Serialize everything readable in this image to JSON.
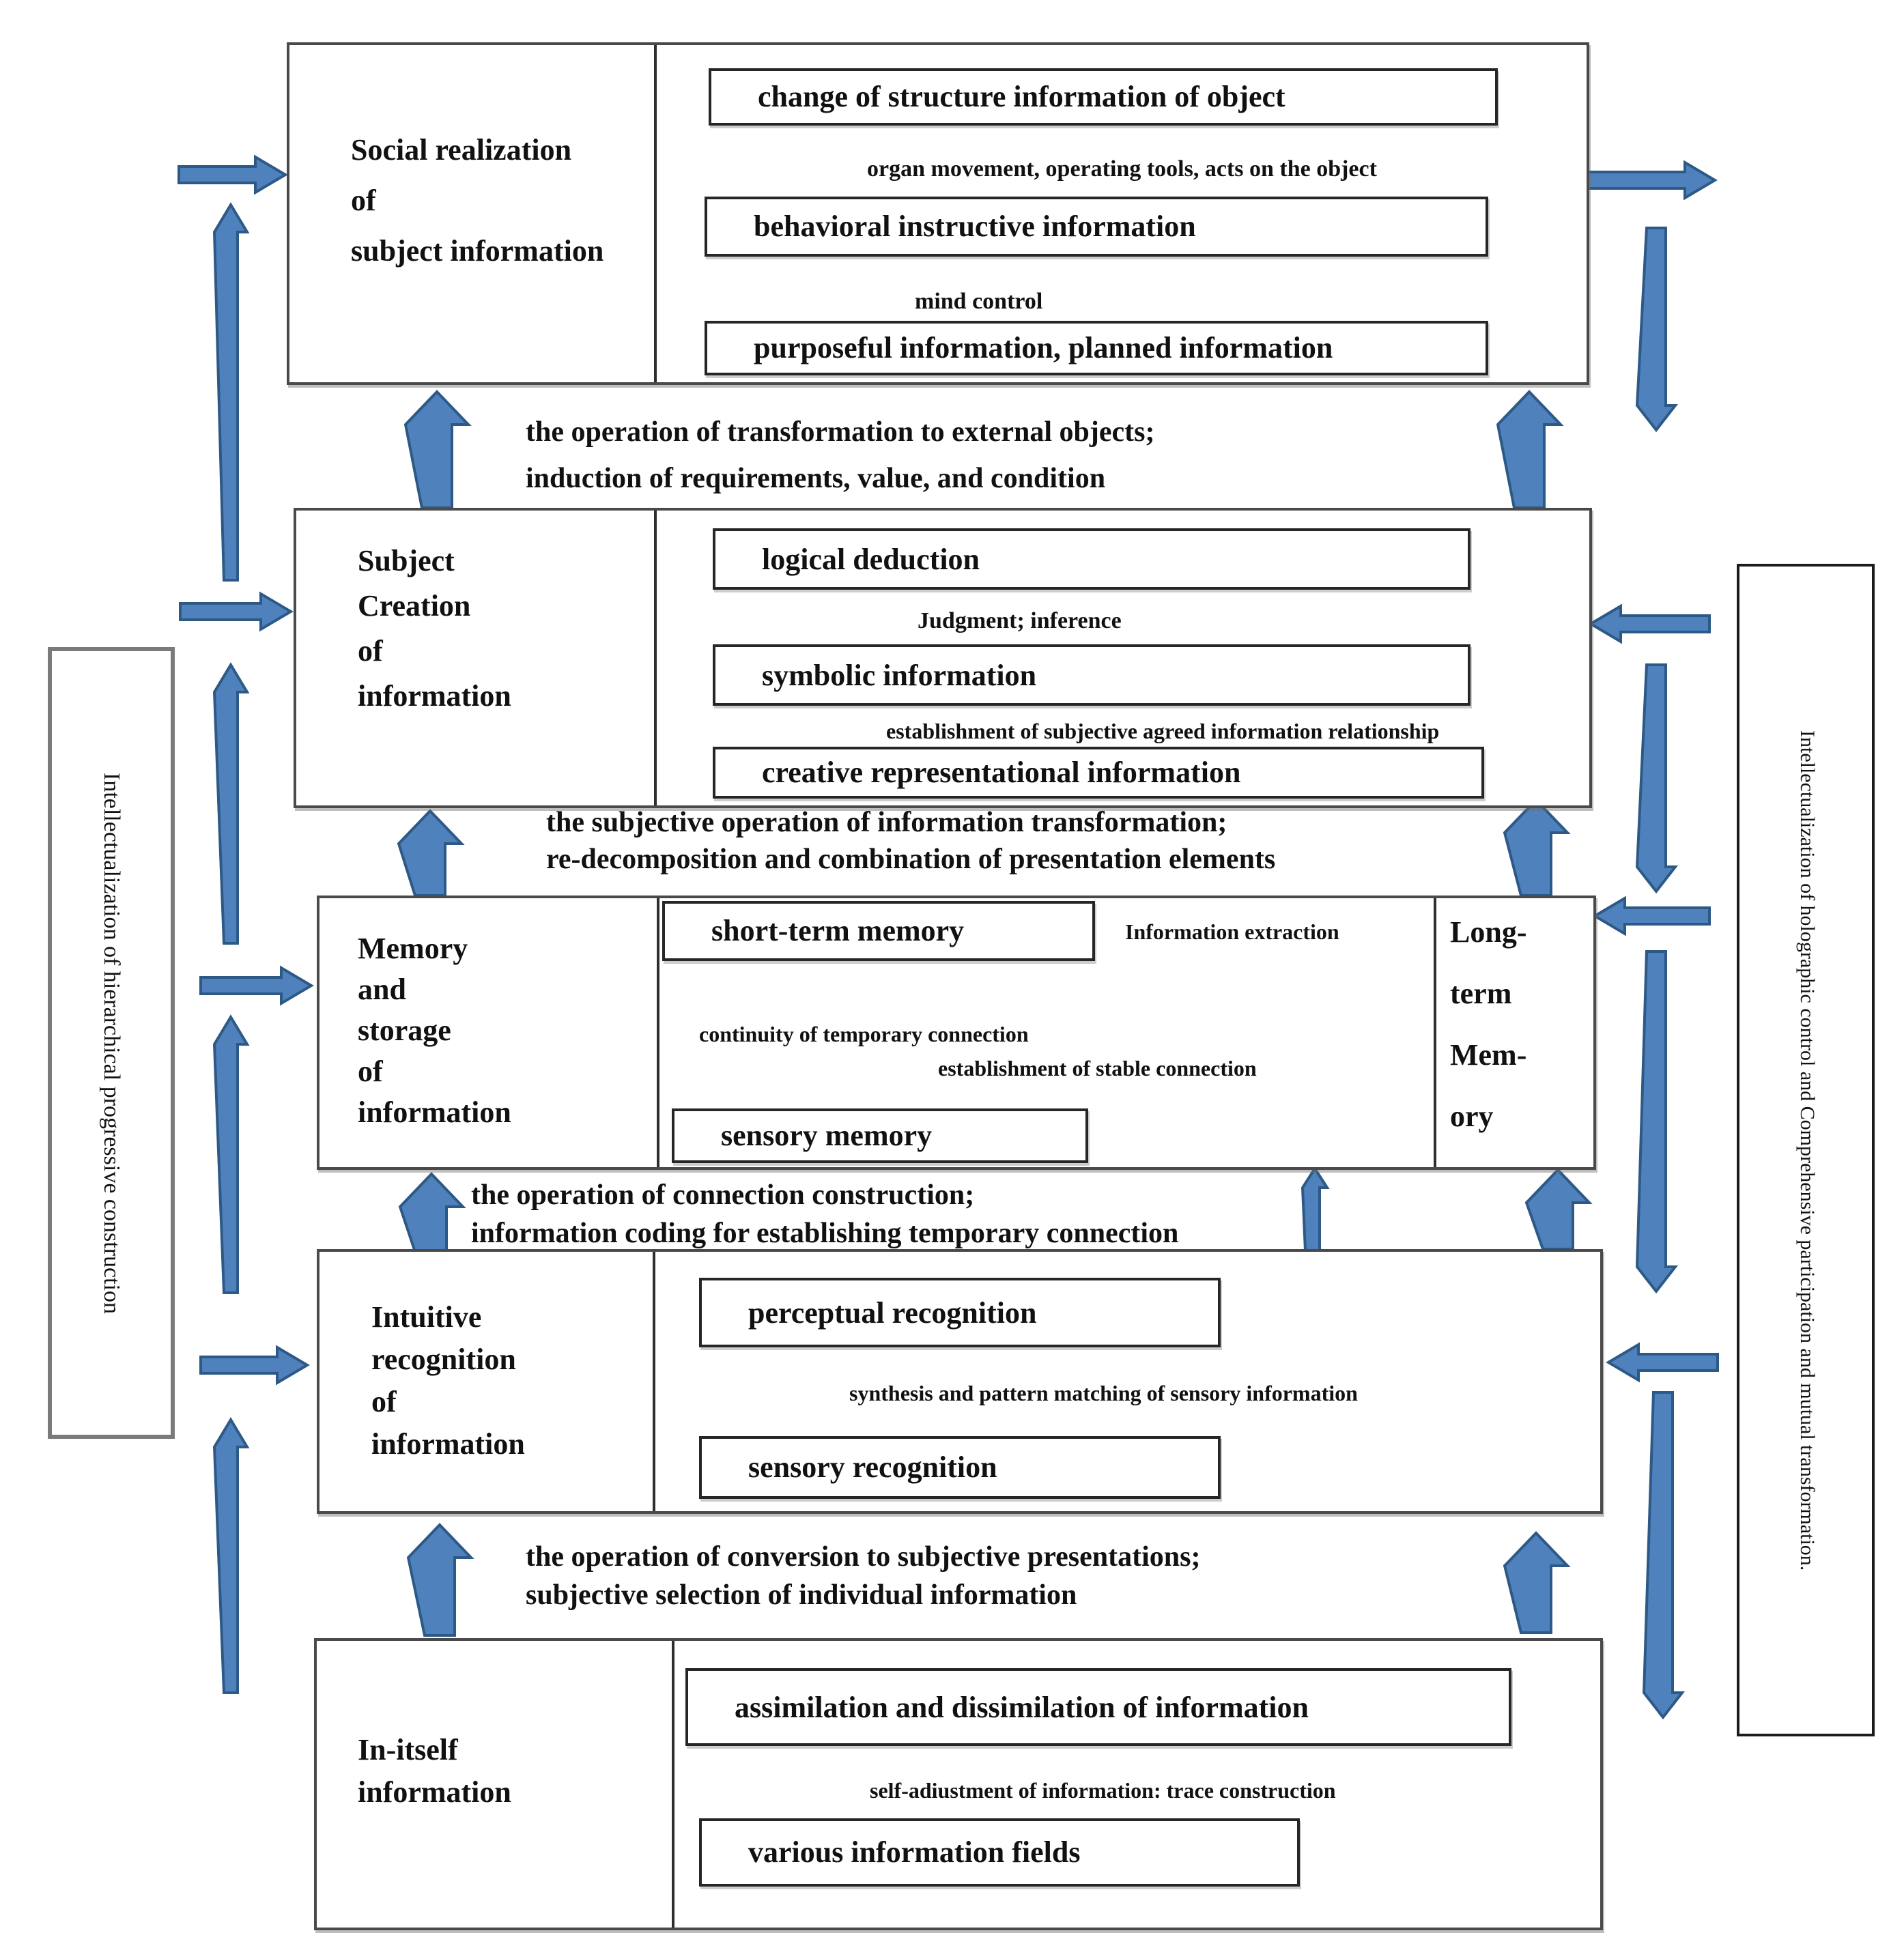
{
  "tiers": [
    {
      "id": "social-realization",
      "label_lines": [
        "Social realization",
        "of",
        "subject information"
      ],
      "boxes": [
        "change of structure information of object",
        "behavioral instructive  information",
        "purposeful information, planned information"
      ],
      "arrow_labels": [
        "organ movement, operating tools, acts on the object",
        "mind control"
      ]
    },
    {
      "id": "subject-creation",
      "label_lines": [
        "Subject",
        "Creation",
        "of",
        "information"
      ],
      "boxes": [
        "logical deduction",
        "symbolic information",
        "creative representational information"
      ],
      "arrow_labels": [
        "Judgment; inference",
        "establishment of subjective agreed information relationship"
      ]
    },
    {
      "id": "memory-storage",
      "label_lines": [
        "Memory",
        "and",
        "storage",
        "of",
        "information"
      ],
      "boxes": [
        "short-term memory",
        "sensory memory"
      ],
      "long_term_lines": [
        "Long-",
        "term",
        "Mem-",
        "ory"
      ],
      "arrow_labels": [
        "Information extraction",
        "continuity of temporary connection",
        "establishment of stable connection"
      ]
    },
    {
      "id": "intuitive-recognition",
      "label_lines": [
        "Intuitive",
        "recognition",
        "of",
        "information"
      ],
      "boxes": [
        "perceptual recognition",
        "sensory recognition"
      ],
      "arrow_labels": [
        "synthesis and pattern matching of sensory information"
      ]
    },
    {
      "id": "in-itself",
      "label_lines": [
        "In-itself",
        "information"
      ],
      "boxes": [
        "assimilation and dissimilation of information",
        "various information fields"
      ],
      "arrow_labels": [
        "self-adiustment of information: trace construction"
      ]
    }
  ],
  "gap_labels": [
    [
      "the operation of transformation to external objects;",
      "induction of  requirements, value, and condition"
    ],
    [
      "the subjective operation of information transformation;",
      "re-decomposition and combination of presentation elements"
    ],
    [
      "the operation of connection construction;",
      "information coding for establishing temporary  connection"
    ],
    [
      "the operation of conversion to subjective presentations;",
      "subjective selection of individual information"
    ]
  ],
  "side_labels": {
    "left": "Intellectualization of hierarchical progressive construction",
    "right": "Intellectualization of holographic control and Comprehensive participation and mutual transformation."
  },
  "colors": {
    "arrow_fill": "#4f81bd",
    "arrow_stroke": "#2d5986"
  }
}
